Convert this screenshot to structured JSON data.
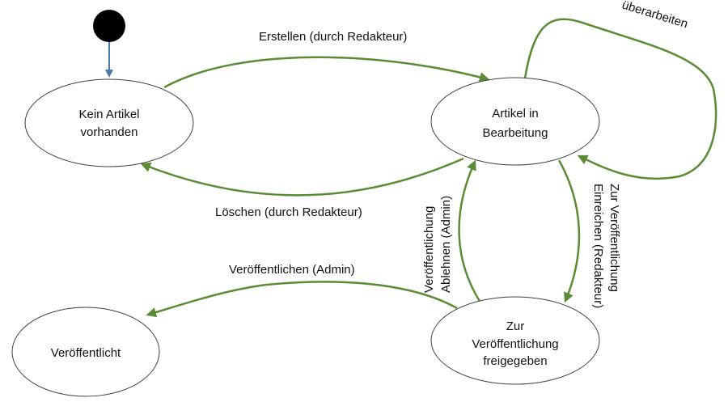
{
  "colors": {
    "transition": "#5b8c35",
    "initial_arrow": "#4a7aa8",
    "initial_node": "#000000",
    "state_stroke": "#404040"
  },
  "states": {
    "kein_artikel": {
      "lines": [
        "Kein Artikel",
        "vorhanden"
      ]
    },
    "in_bearbeitung": {
      "lines": [
        "Artikel in",
        "Bearbeitung"
      ]
    },
    "freigegeben": {
      "lines": [
        "Zur",
        "Veröffentlichung",
        "freigegeben"
      ]
    },
    "veroeffentlicht": {
      "lines": [
        "Veröffentlicht"
      ]
    }
  },
  "transitions": {
    "erstellen": {
      "label": "Erstellen (durch Redakteur)",
      "from": "Kein Artikel vorhanden",
      "to": "Artikel in Bearbeitung"
    },
    "loeschen": {
      "label": "Löschen (durch Redakteur)",
      "from": "Artikel in Bearbeitung",
      "to": "Kein Artikel vorhanden"
    },
    "ueberarbeiten": {
      "label": "überarbeiten",
      "from": "Artikel in Bearbeitung",
      "to": "Artikel in Bearbeitung"
    },
    "einreichen": {
      "lines": [
        "Zur Veröffentlichung",
        "Einreichen (Redakteur)"
      ],
      "from": "Artikel in Bearbeitung",
      "to": "Zur Veröffentlichung freigegeben"
    },
    "ablehnen": {
      "lines": [
        "Veröffentlichung",
        "Ablehnen (Admin)"
      ],
      "from": "Zur Veröffentlichung freigegeben",
      "to": "Artikel in Bearbeitung"
    },
    "veroeffentlichen": {
      "label": "Veröffentlichen (Admin)",
      "from": "Zur Veröffentlichung freigegeben",
      "to": "Veröffentlicht"
    }
  }
}
